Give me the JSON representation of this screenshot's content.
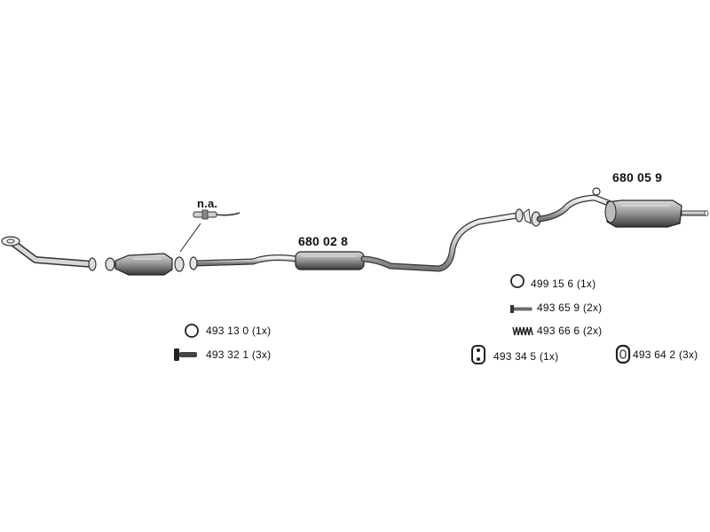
{
  "diagram": {
    "na_label": "n.a.",
    "main_parts": [
      {
        "id": "front-silencer",
        "number": "680 02 8"
      },
      {
        "id": "rear-silencer",
        "number": "680 05 9"
      }
    ],
    "accessories": [
      {
        "icon": "o-ring-icon",
        "text": "493 13 0 (1x)"
      },
      {
        "icon": "screw-icon",
        "text": "493 32 1 (3x)"
      },
      {
        "icon": "o-ring-icon",
        "text": "499 15 6  (1x)"
      },
      {
        "icon": "bolt-icon",
        "text": "493 65 9  (2x)"
      },
      {
        "icon": "spring-icon",
        "text": "493 66 6  (2x)"
      },
      {
        "icon": "rubber-mount-icon",
        "text": "493 34 5 (1x)"
      },
      {
        "icon": "rubber-ring-icon",
        "text": "493 64 2 (3x)"
      }
    ]
  }
}
